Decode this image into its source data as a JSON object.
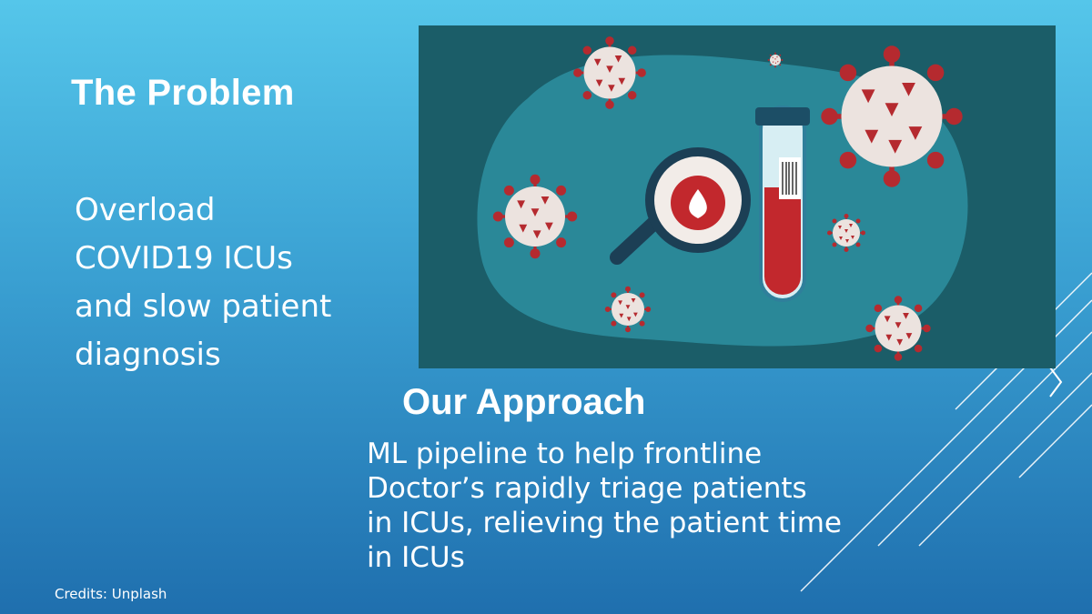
{
  "problem": {
    "title": "The Problem",
    "lines": [
      "Overload",
      "COVID19 ICUs",
      "and slow patient",
      "diagnosis"
    ]
  },
  "approach": {
    "title": "Our Approach",
    "lines": [
      "ML pipeline to help frontline",
      "Doctor’s rapidly triage patients",
      "in ICUs, relieving the patient time",
      "in ICUs"
    ]
  },
  "credits": "Credits: Unplash",
  "illustration": {
    "icons": [
      "virus-icon",
      "magnifier-icon",
      "blood-drop-icon",
      "test-tube-icon"
    ],
    "colors": {
      "background": "#1b5d68",
      "blob": "#2a8898",
      "virus_body": "#ece3df",
      "virus_spike": "#b52a2f",
      "blood": "#c2282d",
      "tube_cap": "#1c4e66"
    }
  }
}
